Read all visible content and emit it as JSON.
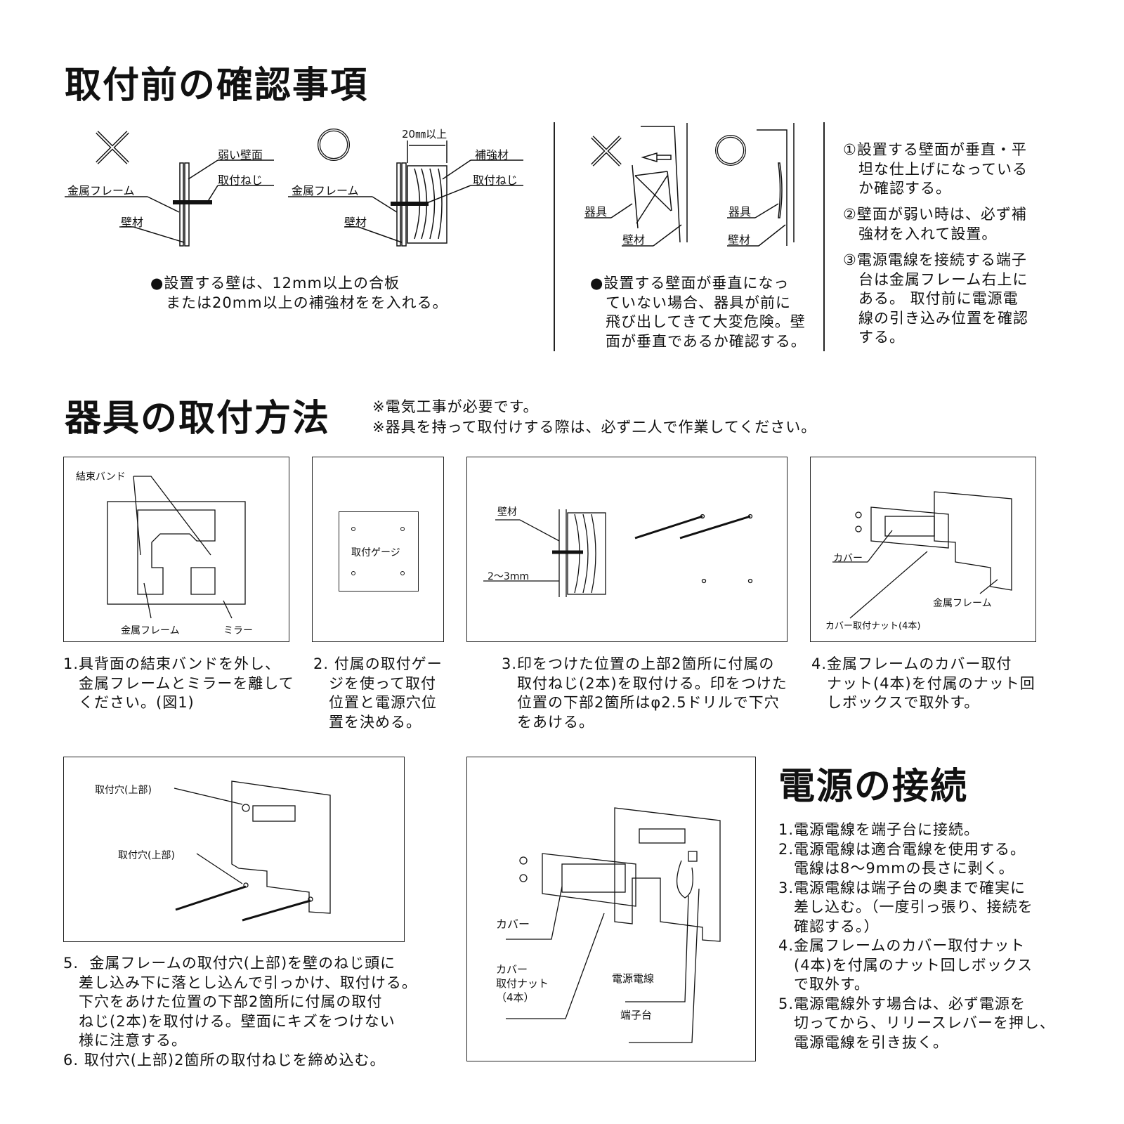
{
  "section1": {
    "title": "取付前の確認事項",
    "diagramA": {
      "ng_mark": "×",
      "ok_mark": "○",
      "dimension": "20㎜以上",
      "labels_ng": [
        "弱い壁面",
        "取付ねじ",
        "金属フレーム",
        "壁材"
      ],
      "labels_ok": [
        "補強材",
        "取付ねじ",
        "金属フレーム",
        "壁材"
      ],
      "caption": "●設置する壁は、12mm以上の合板\n　または20mm以上の補強材をを入れる。"
    },
    "diagramB": {
      "labels_ng": [
        "器具",
        "壁材"
      ],
      "labels_ok": [
        "器具",
        "壁材"
      ],
      "caption": "●設置する壁面が垂直になっ\n　ていない場合、器具が前に\n　飛び出してきて大変危険。壁\n　面が垂直であるか確認する。"
    },
    "checklist": [
      "①設置する壁面が垂直・平\n　坦な仕上げになっている\n　か確認する。",
      "②壁面が弱い時は、必ず補\n　強材を入れて設置。",
      "③電源電線を接続する端子\n　台は金属フレーム右上に\n　ある。 取付前に電源電\n　線の引き込み位置を確認\n　する。"
    ]
  },
  "section2": {
    "title": "器具の取付方法",
    "notes": [
      "※電気工事が必要です。",
      "※器具を持って取付けする際は、必ず二人で作業してください。"
    ],
    "steps": [
      {
        "labels": [
          "結束バンド",
          "金属フレーム",
          "ミラー"
        ],
        "caption": "1.具背面の結束バンドを外し、\n　金属フレームとミラーを離して\n　ください。(図1)"
      },
      {
        "labels": [
          "取付ゲージ"
        ],
        "caption": "2. 付属の取付ゲー\n　ジを使って取付\n　位置と電源穴位\n　置を決める。"
      },
      {
        "labels": [
          "壁材",
          "2〜3mm"
        ],
        "caption": "3.印をつけた位置の上部2箇所に付属の\n　取付ねじ(2本)を取付ける。印をつけた\n　位置の下部2箇所はφ2.5ドリルで下穴\n　をあける。"
      },
      {
        "labels": [
          "カバー",
          "金属フレーム",
          "カバー取付ナット(4本)"
        ],
        "caption": "4.金属フレームのカバー取付\n　ナット(4本)を付属のナット回\n　しボックスで取外す。"
      },
      {
        "labels": [
          "取付穴(上部)",
          "取付穴(上部)"
        ],
        "caption": "5.  金属フレームの取付穴(上部)を壁のねじ頭に\n　差し込み下に落とし込んで引っかけ、取付ける。\n　下穴をあけた位置の下部2箇所に付属の取付\n　ねじ(2本)を取付ける。壁面にキズをつけない\n　様に注意する。\n6. 取付穴(上部)2箇所の取付ねじを締め込む。"
      },
      {
        "labels": [
          "カバー",
          "カバー\n取付ナット\n（4本）",
          "電源電線",
          "端子台"
        ]
      }
    ]
  },
  "section3": {
    "title": "電源の接続",
    "text": "1.電源電線を端子台に接続。\n2.電源電線は適合電線を使用する。\n　電線は8〜9mmの長さに剥く。\n3.電源電線は端子台の奥まで確実に\n　差し込む。（一度引っ張り、接続を\n　確認する。）\n4.金属フレームのカバー取付ナット\n　(4本)を付属のナット回しボックス\n　で取外す。\n5.電源電線外す場合は、必ず電源を\n　切ってから、リリースレバーを押し、\n　電源電線を引き抜く。"
  }
}
